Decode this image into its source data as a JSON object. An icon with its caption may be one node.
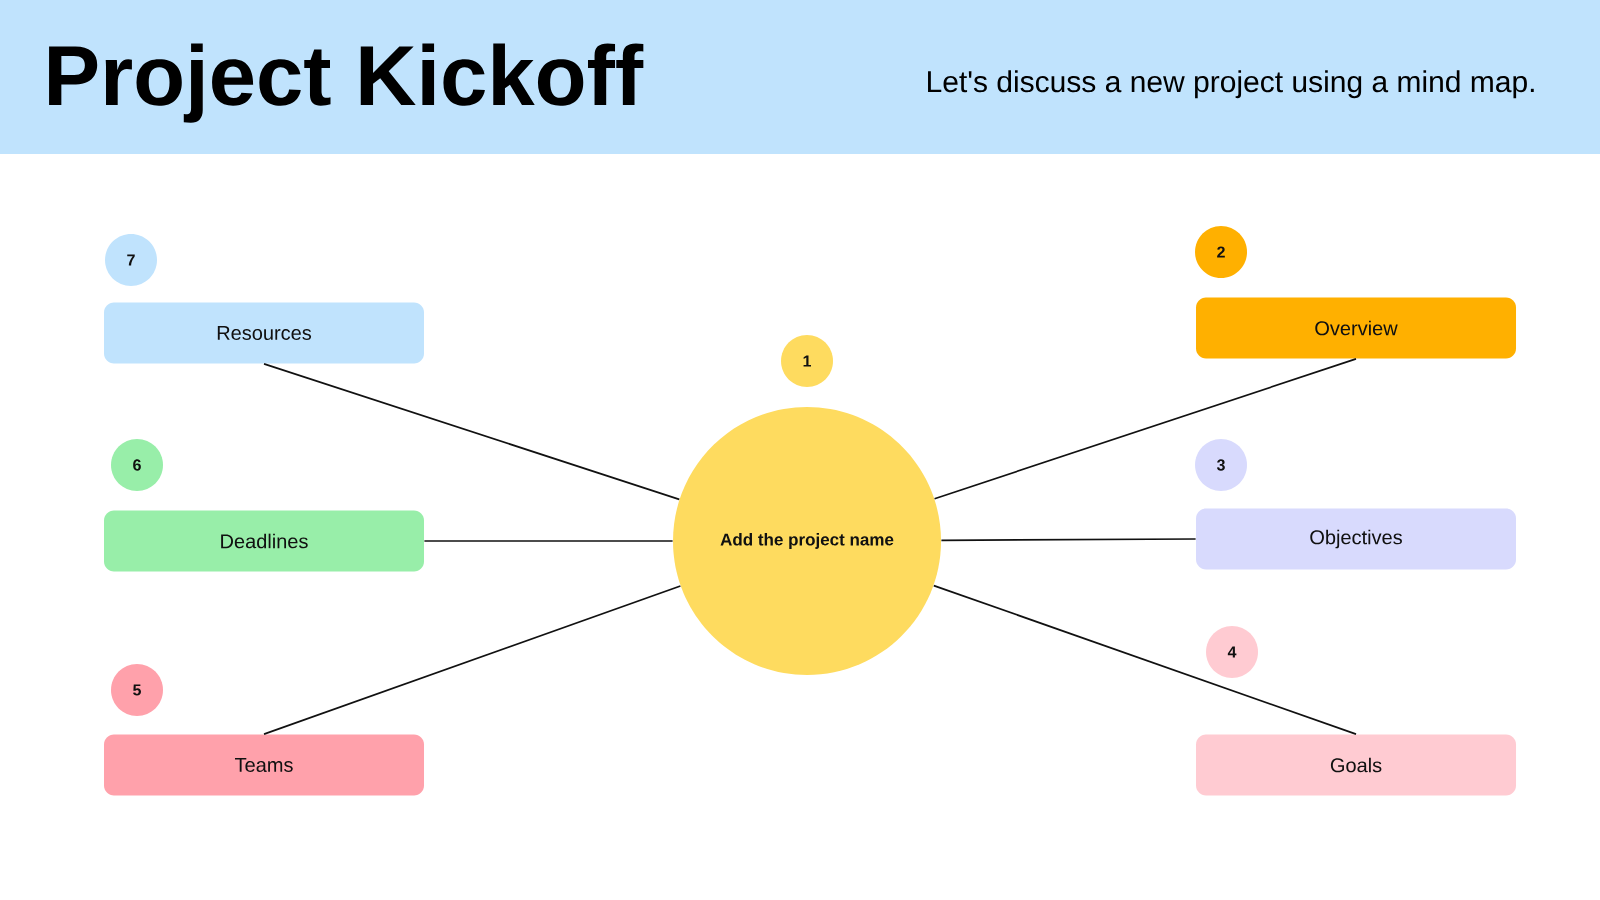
{
  "diagram": {
    "title": "Project Kickoff",
    "nodes": [
      {
        "text": [
          "Add the project name"
        ]
      },
      {
        "text": [
          "1"
        ]
      },
      {
        "text": [
          "2"
        ]
      },
      {
        "text": [
          "Overview"
        ]
      },
      {
        "text": [
          "3"
        ]
      },
      {
        "text": [
          "Objectives"
        ]
      },
      {
        "text": [
          "4"
        ]
      },
      {
        "text": [
          "Goals"
        ]
      },
      {
        "text": [
          "5"
        ]
      },
      {
        "text": [
          "Teams"
        ]
      },
      {
        "text": [
          "6"
        ]
      },
      {
        "text": [
          "Deadlines"
        ]
      },
      {
        "text": [
          "7"
        ]
      },
      {
        "text": [
          "Resources"
        ]
      }
    ],
    "edges": [
      {
        "from": 0,
        "to": 3,
        "arrow": "none"
      },
      {
        "from": 0,
        "to": 5,
        "arrow": "none"
      },
      {
        "from": 0,
        "to": 7,
        "arrow": "none"
      },
      {
        "from": 0,
        "to": 9,
        "arrow": "none"
      },
      {
        "from": 0,
        "to": 11,
        "arrow": "none"
      },
      {
        "from": 0,
        "to": 13,
        "arrow": "none"
      }
    ],
    "labels": [
      "Let's discuss a new project using a mind map."
    ]
  }
}
